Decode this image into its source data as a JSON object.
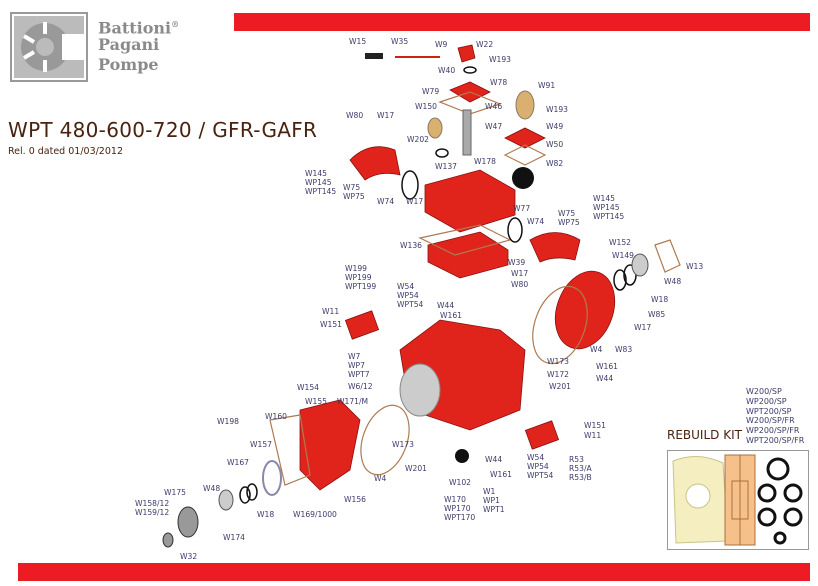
{
  "brand": {
    "line1": "Battioni",
    "registered": "®",
    "line2": "Pagani",
    "line3": "Pompe"
  },
  "title": "WPT 480-600-720 / GFR-GAFR",
  "subtitle": "Rel. 0 dated 01/03/2012",
  "colors": {
    "accent": "#ed1c24",
    "label": "#3b3b6b",
    "title": "#4a2210"
  },
  "labels": [
    "W15",
    "W35",
    "W9",
    "W22",
    "W193",
    "W40",
    "W78",
    "W79",
    "W91",
    "W150",
    "W46",
    "W193",
    "W47",
    "W49",
    "W80",
    "W17",
    "W202",
    "W50",
    "W178",
    "W137",
    "W82",
    "W145\nWP145\nWPT145",
    "W75\nWP75",
    "W74",
    "W17",
    "W77",
    "W145\nWP145\nWPT145",
    "W75\nWP75",
    "W74",
    "W152",
    "W149",
    "W13",
    "W136",
    "W39",
    "W17",
    "W80",
    "W48",
    "W18",
    "W85",
    "W17",
    "W199\nWP199\nWPT199",
    "W54\nWP54\nWPT54",
    "W11",
    "W151",
    "W44",
    "W161",
    "W4",
    "W83",
    "W173",
    "W161",
    "W172",
    "W44",
    "W201",
    "W7\nWP7\nWPT7",
    "W154",
    "W155",
    "W6/12",
    "W171/M",
    "W198",
    "W160",
    "W157",
    "W173",
    "W4",
    "W167",
    "W201",
    "W156",
    "W48",
    "W18",
    "W169/1000",
    "W175",
    "W158/12\nW159/12",
    "W174",
    "W32",
    "W102",
    "W1\nWP1\nWPT1",
    "W170\nWP170\nWPT170",
    "W44",
    "W161",
    "W54\nWP54\nWPT54",
    "R53\nR53/A\nR53/B",
    "W151",
    "W11"
  ],
  "rebuild_kit": {
    "title": "REBUILD KIT",
    "codes": "W200/SP\nWP200/SP\nWPT200/SP\nW200/SP/FR\nWP200/SP/FR\nWPT200/SP/FR"
  }
}
